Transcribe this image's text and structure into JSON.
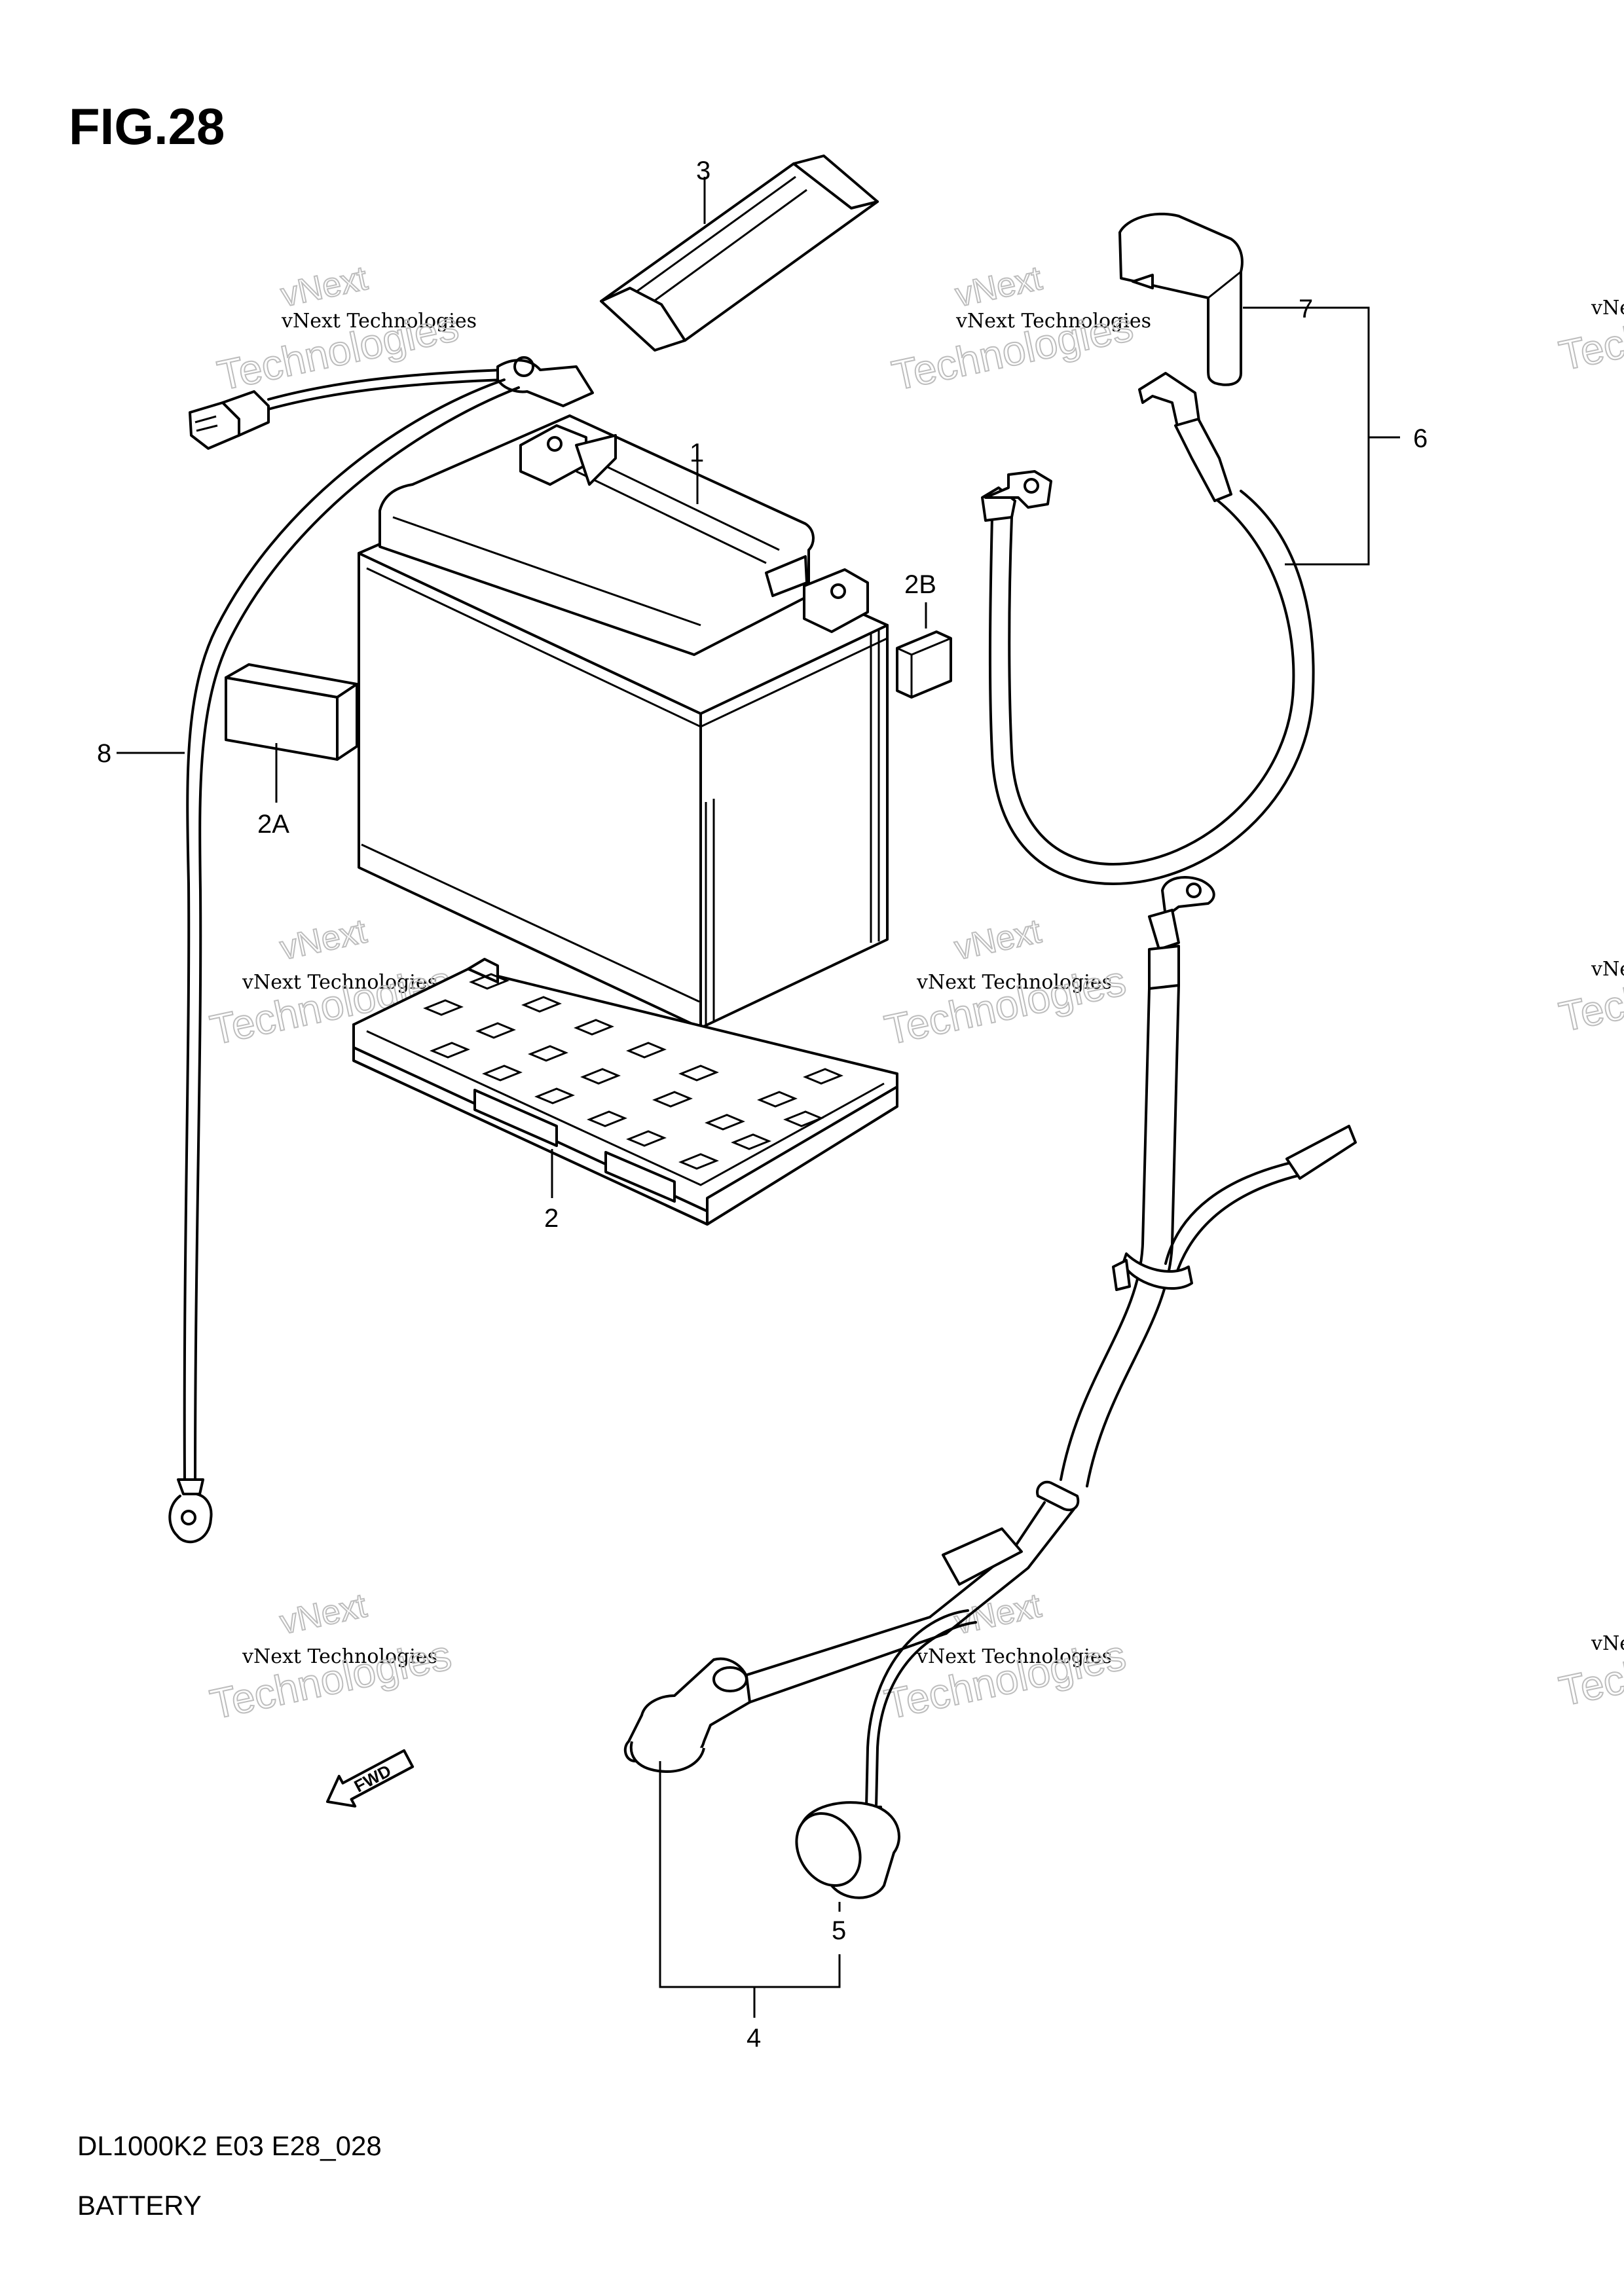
{
  "figure": {
    "number": "FIG.28"
  },
  "footer": {
    "model_code": "DL1000K2 E03 E28_028",
    "section_title": "BATTERY"
  },
  "callouts": {
    "c1": "1",
    "c2": "2",
    "c2A": "2A",
    "c2B": "2B",
    "c3": "3",
    "c4": "4",
    "c5": "5",
    "c6": "6",
    "c7": "7",
    "c8": "8"
  },
  "fwd_arrow": {
    "label": "FWD"
  },
  "watermark": {
    "line1": "vNext Technologies",
    "line2": "Technologies",
    "line3": "vNext"
  },
  "colors": {
    "line": "#000000",
    "watermark_outline": "#bdbdbd",
    "background": "#ffffff"
  }
}
